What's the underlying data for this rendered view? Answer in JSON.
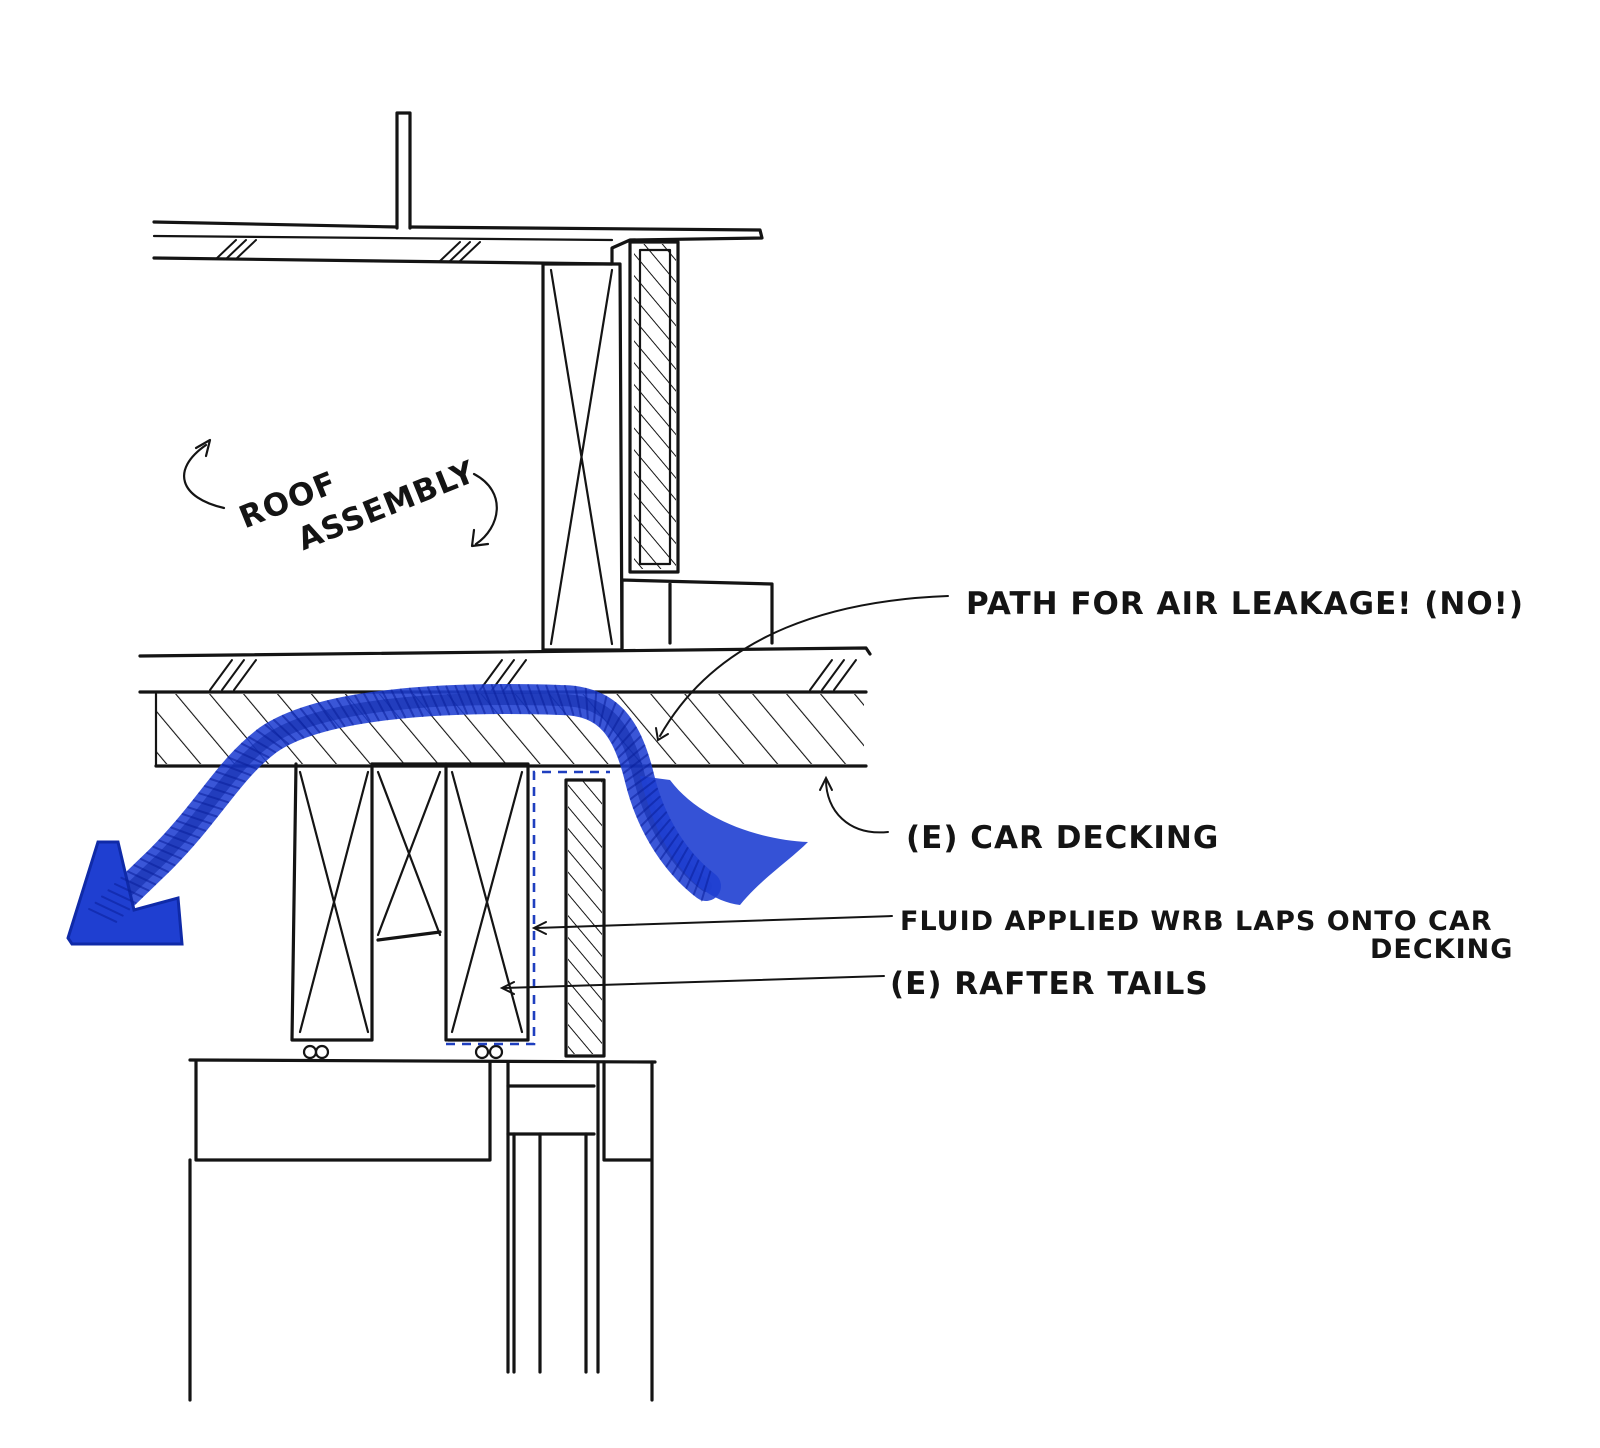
{
  "colors": {
    "ink": "#141414",
    "air_leak_arrow": "#1f3fd1",
    "wrb_dashed": "#1f3fbf",
    "paper": "#ffffff"
  },
  "labels": {
    "roof_line_1": "ROOF",
    "roof_line_2": "ASSEMBLY",
    "air_leakage": "PATH FOR AIR LEAKAGE! (NO!)",
    "car_decking": "(E) CAR DECKING",
    "wrb_line_1": "FLUID APPLIED WRB LAPS ONTO CAR",
    "wrb_line_2": "DECKING",
    "rafter_tails": "(E) RAFTER TAILS"
  }
}
